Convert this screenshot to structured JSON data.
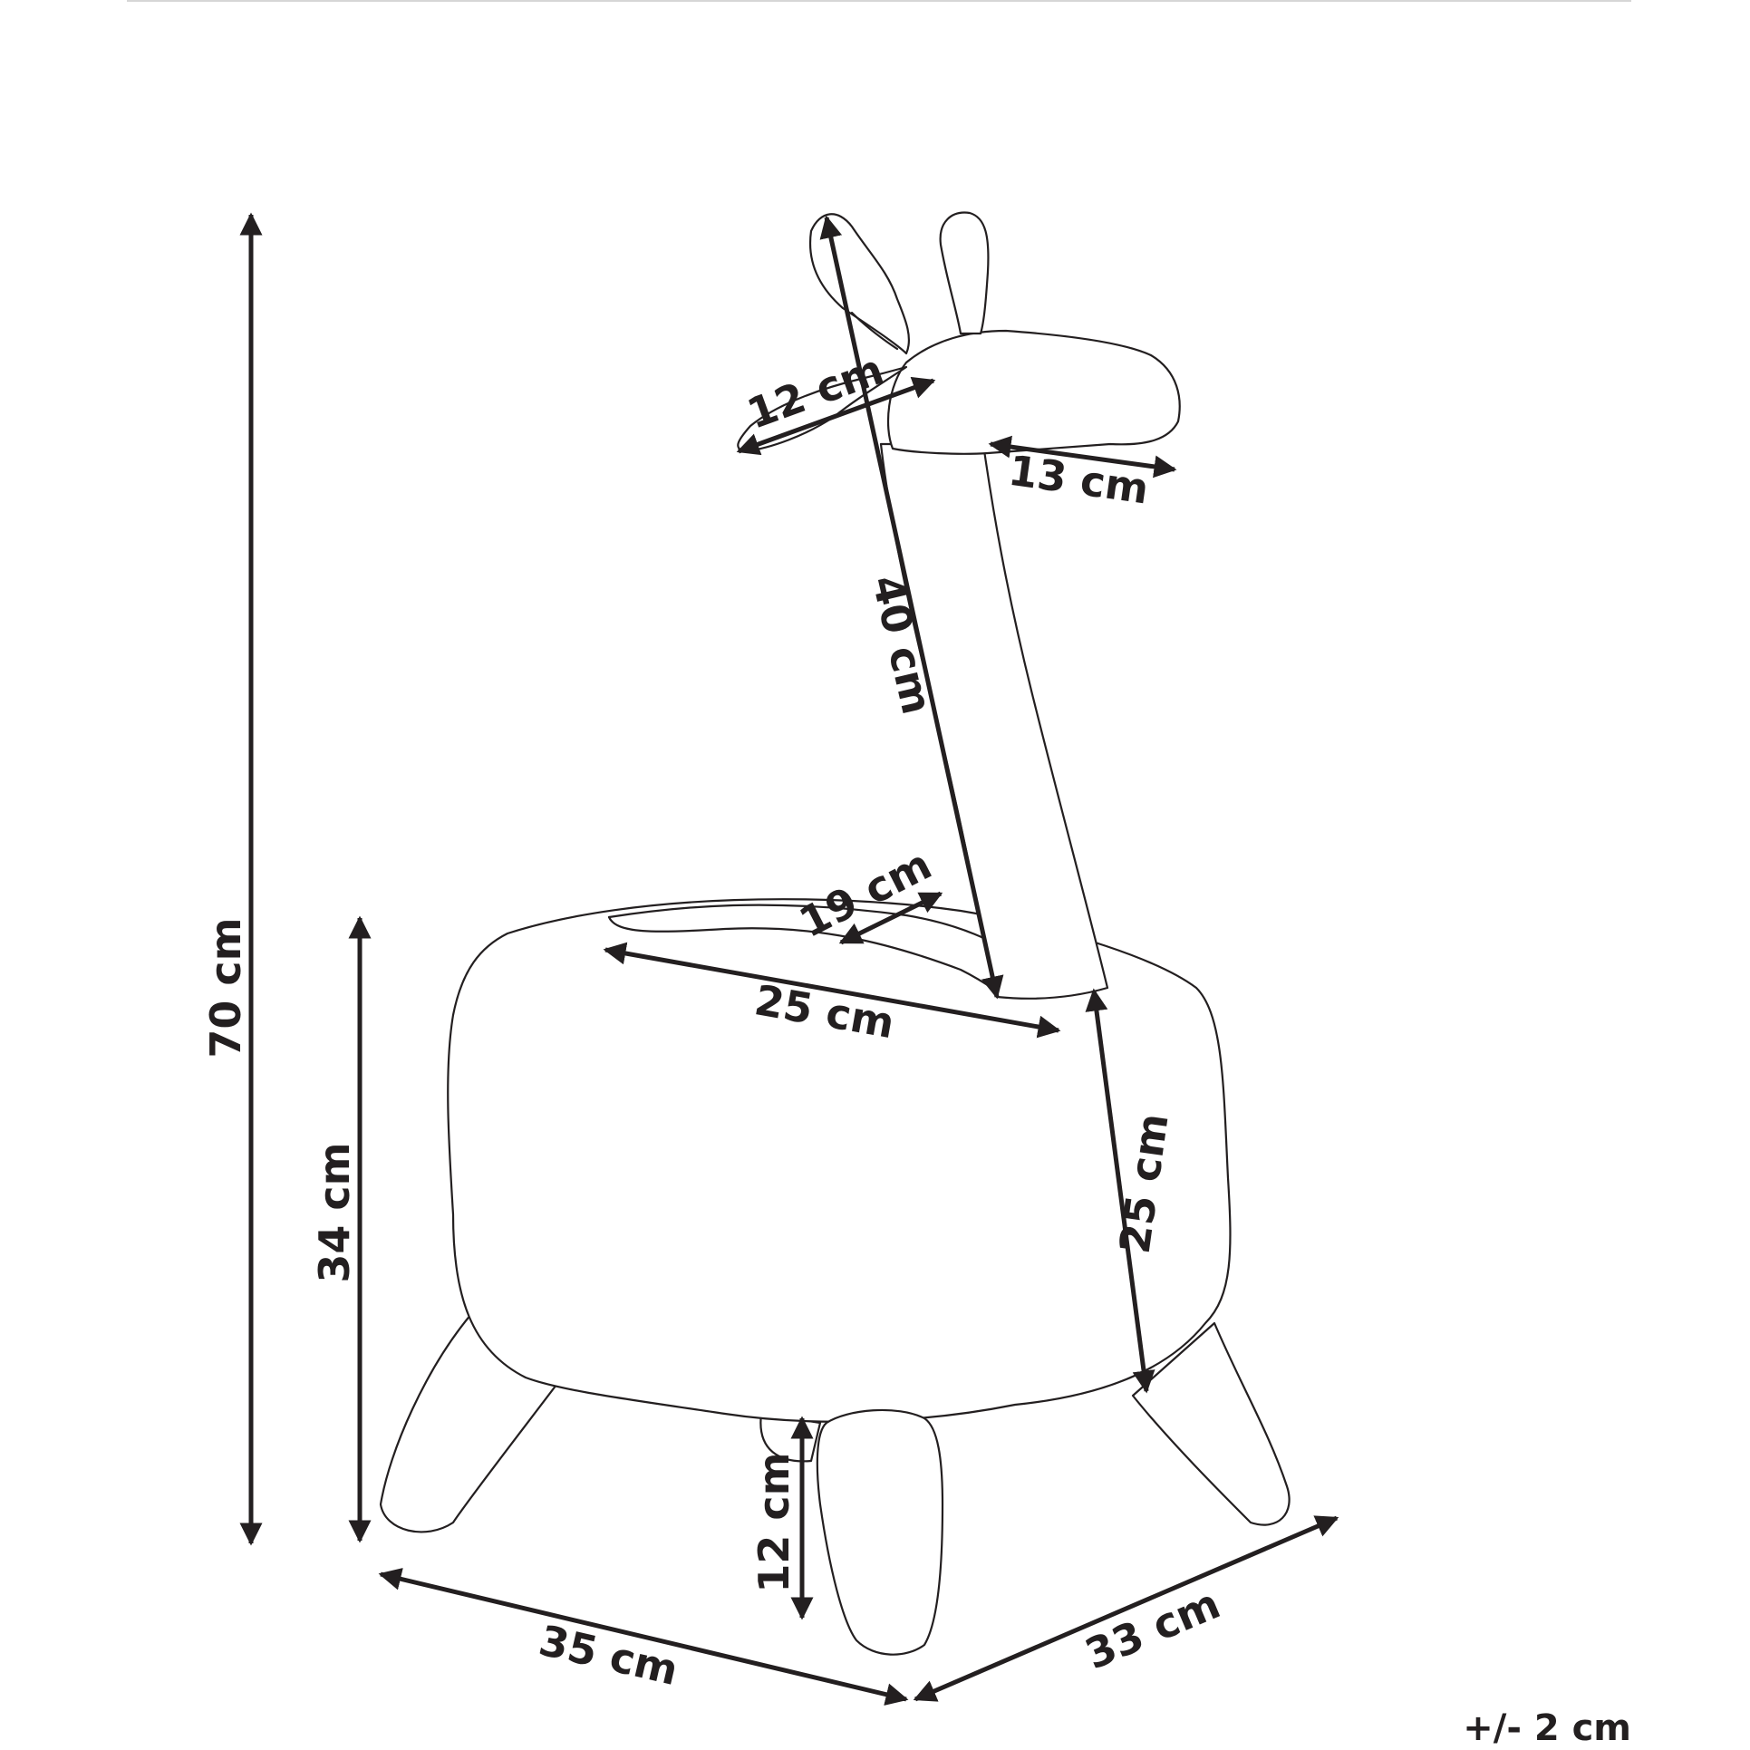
{
  "dimensions": {
    "overall_height": "70 cm",
    "seat_height": "34 cm",
    "head_width": "12 cm",
    "snout_length": "13 cm",
    "neck_length": "40 cm",
    "seat_depth": "19 cm",
    "seat_length": "25 cm",
    "body_height": "25 cm",
    "leg_height": "12 cm",
    "base_width": "35 cm",
    "base_depth": "33 cm"
  },
  "tolerance": "+/- 2 cm"
}
